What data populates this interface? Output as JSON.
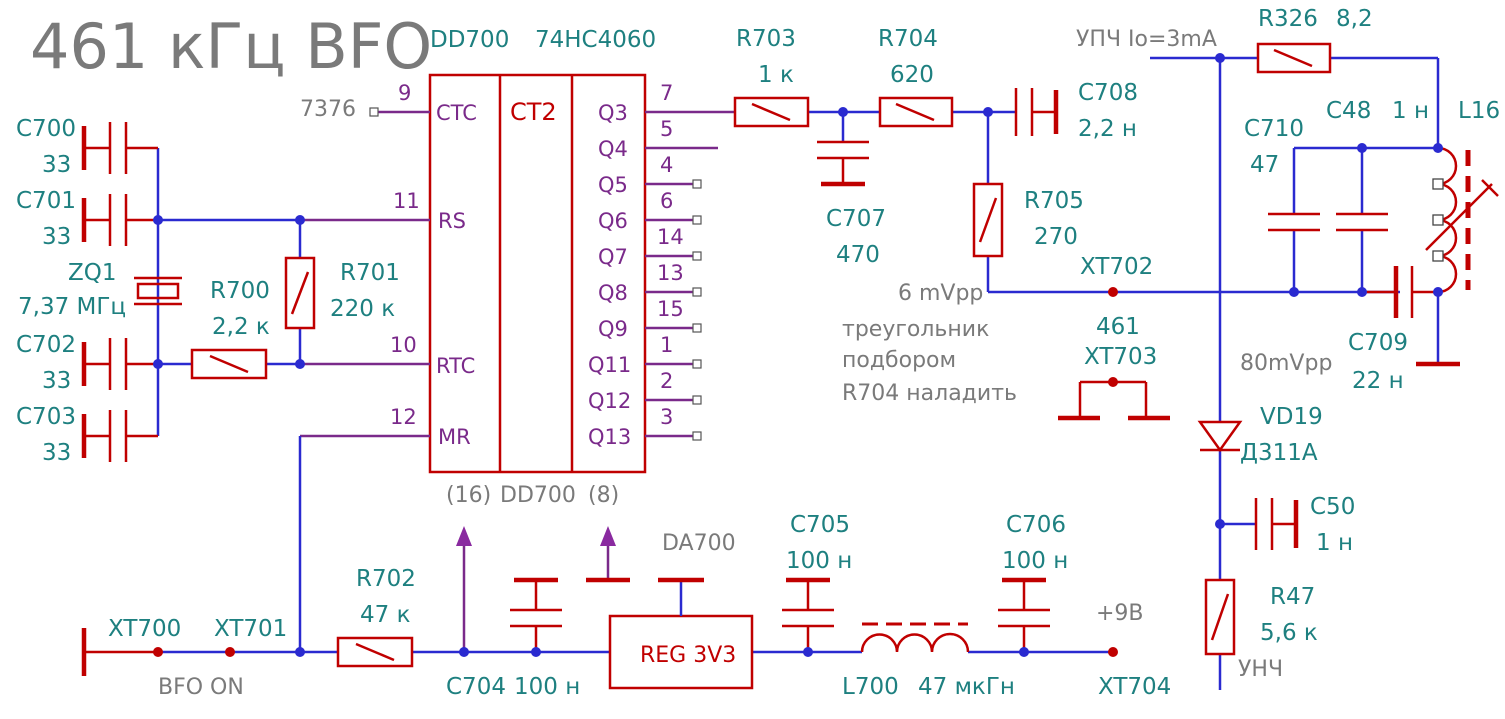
{
  "title": "461 кГц BFO",
  "ic": {
    "ref": "DD700",
    "part": "74HC4060",
    "name": "CT2",
    "left_pins": [
      {
        "num": "9",
        "name": "CTC"
      },
      {
        "num": "11",
        "name": "RS"
      },
      {
        "num": "10",
        "name": "RTC"
      },
      {
        "num": "12",
        "name": "MR"
      }
    ],
    "right_pins": [
      {
        "num": "7",
        "name": "Q3"
      },
      {
        "num": "5",
        "name": "Q4"
      },
      {
        "num": "4",
        "name": "Q5"
      },
      {
        "num": "6",
        "name": "Q6"
      },
      {
        "num": "14",
        "name": "Q7"
      },
      {
        "num": "13",
        "name": "Q8"
      },
      {
        "num": "15",
        "name": "Q9"
      },
      {
        "num": "1",
        "name": "Q11"
      },
      {
        "num": "2",
        "name": "Q12"
      },
      {
        "num": "3",
        "name": "Q13"
      }
    ],
    "power_pin": "(16)",
    "ground_pin": "(8)",
    "bottom_ref": "DD700",
    "ctc_note": "7376"
  },
  "components": {
    "c700": {
      "ref": "C700",
      "value": "33"
    },
    "c701": {
      "ref": "C701",
      "value": "33"
    },
    "zq1": {
      "ref": "ZQ1",
      "value": "7,37 МГц"
    },
    "c702": {
      "ref": "C702",
      "value": "33"
    },
    "c703": {
      "ref": "C703",
      "value": "33"
    },
    "r700": {
      "ref": "R700",
      "value": "2,2 к"
    },
    "r701": {
      "ref": "R701",
      "value": "220 к"
    },
    "r703": {
      "ref": "R703",
      "value": "1 к"
    },
    "r704": {
      "ref": "R704",
      "value": "620"
    },
    "c708": {
      "ref": "C708",
      "value": "2,2 н"
    },
    "c707": {
      "ref": "C707",
      "value": "470"
    },
    "r705": {
      "ref": "R705",
      "value": "270"
    },
    "xt702": {
      "ref": "XT702"
    },
    "xt703": {
      "ref": "XT703",
      "value": "461"
    },
    "r326": {
      "ref": "R326",
      "value": "8,2"
    },
    "c710": {
      "ref": "C710",
      "value": "47"
    },
    "c48": {
      "ref": "C48",
      "value": "1 н"
    },
    "l16": {
      "ref": "L16"
    },
    "c709": {
      "ref": "C709",
      "value": "22 н"
    },
    "vd19": {
      "ref": "VD19",
      "value": "Д311А"
    },
    "c50": {
      "ref": "C50",
      "value": "1 н"
    },
    "r47": {
      "ref": "R47",
      "value": "5,6 к"
    },
    "r702": {
      "ref": "R702",
      "value": "47 к"
    },
    "c704": {
      "ref": "C704",
      "value": "100 н"
    },
    "da700": {
      "ref": "DA700",
      "label": "REG 3V3"
    },
    "c705": {
      "ref": "C705",
      "value": "100 н"
    },
    "c706": {
      "ref": "C706",
      "value": "100 н"
    },
    "l700": {
      "ref": "L700",
      "value": "47 мкГн"
    },
    "xt700": {
      "ref": "XT700"
    },
    "xt701": {
      "ref": "XT701"
    },
    "xt704": {
      "ref": "XT704",
      "label": "+9В"
    }
  },
  "notes": {
    "upch": "УПЧ Io=3mA",
    "vpp6": "6 mVpp",
    "triangle": "треугольник",
    "selection": "подбором",
    "adjust": "R704 наладить",
    "vpp80": "80mVpp",
    "unch": "УНЧ",
    "bfo_on": "BFO ON"
  },
  "colors": {
    "wire_blue": "#2a2ad0",
    "wire_purple": "#7a2a8a",
    "component_red": "#c00000",
    "label_teal": "#1e8080",
    "label_grey": "#7a7a7a"
  }
}
